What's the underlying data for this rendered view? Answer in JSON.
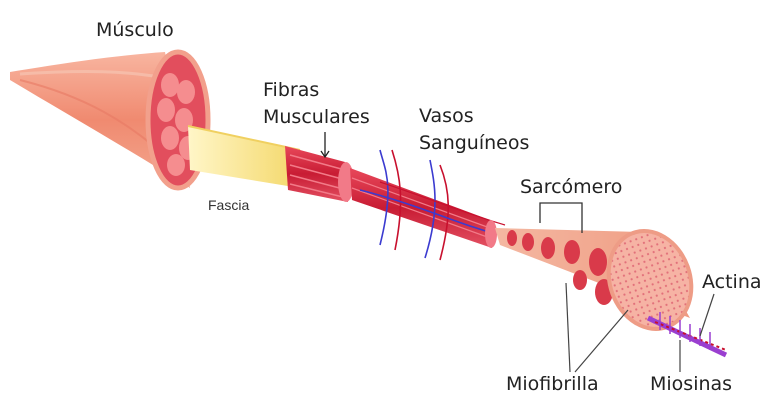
{
  "labels": {
    "musculo": "Músculo",
    "fibras_line1": "Fibras",
    "fibras_line2": "Musculares",
    "vasos_line1": "Vasos",
    "vasos_line2": "Sanguíneos",
    "fascia": "Fascia",
    "sarcomero": "Sarcómero",
    "actina": "Actina",
    "miofibrilla": "Miofibrilla",
    "miosinas": "Miosinas"
  },
  "colors": {
    "muscle_outer": "#f08a70",
    "muscle_inner": "#d93a4a",
    "fascia": "#f7e98a",
    "fiber": "#d8243a",
    "vessel_blue": "#3b3bd0",
    "vessel_red": "#c8102e",
    "myofibril": "#f2a58c",
    "myosin": "#9a3fd0"
  }
}
